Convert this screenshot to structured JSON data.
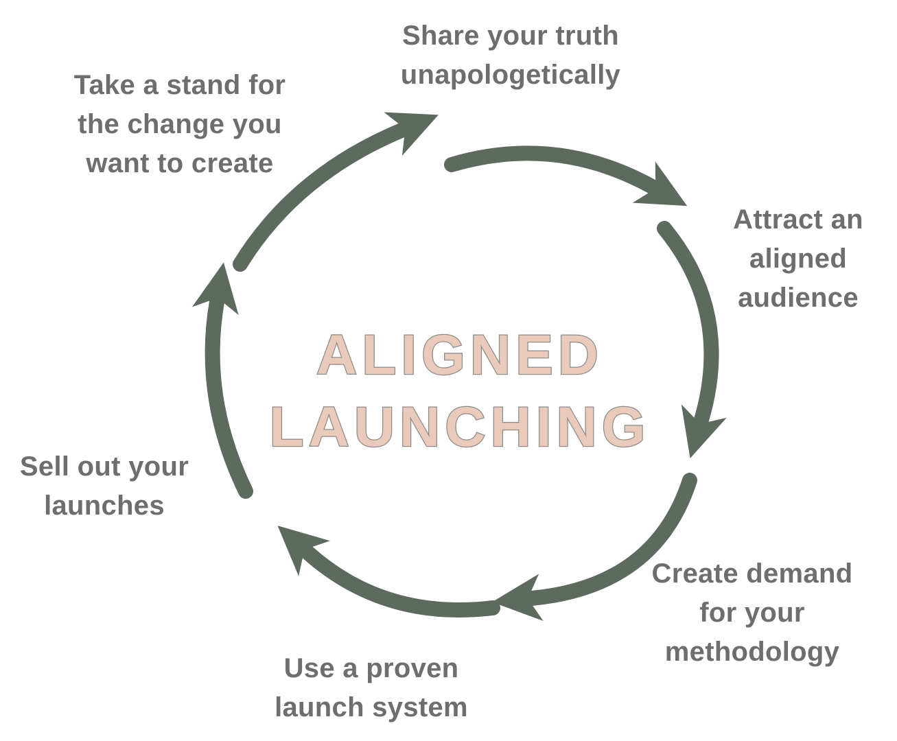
{
  "title": {
    "line1": "ALIGNED",
    "line2": "LAUNCHING"
  },
  "steps": [
    {
      "id": "share-truth",
      "lines": [
        "Share your truth",
        "unapologetically"
      ]
    },
    {
      "id": "attract-audience",
      "lines": [
        "Attract an",
        "aligned",
        "audience"
      ]
    },
    {
      "id": "create-demand",
      "lines": [
        "Create demand",
        "for your",
        "methodology"
      ]
    },
    {
      "id": "proven-system",
      "lines": [
        "Use a proven",
        "launch system"
      ]
    },
    {
      "id": "sell-out",
      "lines": [
        "Sell out your",
        "launches"
      ]
    },
    {
      "id": "take-stand",
      "lines": [
        "Take a stand for",
        "the change you",
        "want to create"
      ]
    }
  ],
  "colors": {
    "arrow": "#5d6a5e",
    "title_fill": "#e9cabb",
    "title_outline": "#8b8c88",
    "label_text": "#6c6e70",
    "background": "#ffffff"
  }
}
